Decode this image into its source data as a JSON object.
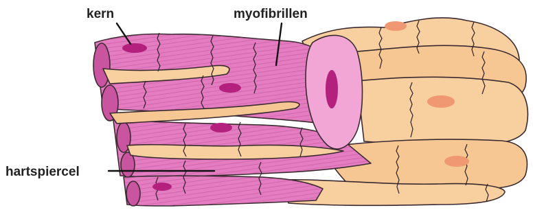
{
  "labels": {
    "nucleus": "kern",
    "myofibrils": "myofibrillen",
    "cell": "hartspiercel"
  },
  "colors": {
    "pink_fiber": "#e37cc0",
    "pink_dark": "#c9549f",
    "pink_face": "#f2a6d6",
    "nucleus_magenta": "#b3207e",
    "peach_fiber": "#f8cf9f",
    "peach_dark": "#e8ae78",
    "peach_nucleus": "#f09872",
    "outline": "#3a2a30",
    "label_text": "#222222"
  }
}
